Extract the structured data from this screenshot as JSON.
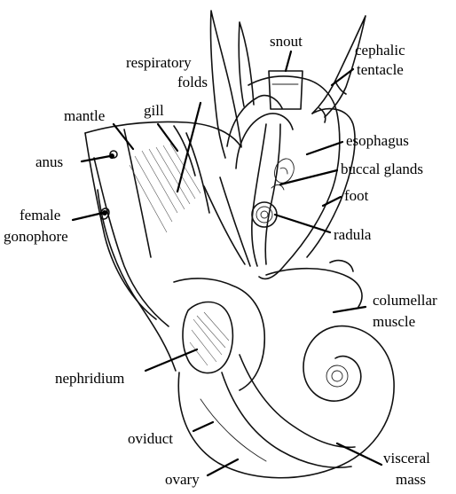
{
  "diagram": {
    "labels": {
      "snout": "snout",
      "cephalic_1": "cephalic",
      "cephalic_2": "tentacle",
      "respiratory_1": "respiratory",
      "respiratory_2": "folds",
      "gill": "gill",
      "mantle": "mantle",
      "anus": "anus",
      "esophagus": "esophagus",
      "buccal_glands": "buccal glands",
      "foot": "foot",
      "female_1": "female",
      "female_2": "gonophore",
      "radula": "radula",
      "columellar_1": "columellar",
      "columellar_2": "muscle",
      "nephridium": "nephridium",
      "oviduct": "oviduct",
      "visceral_1": "visceral",
      "visceral_2": "mass",
      "ovary": "ovary"
    }
  }
}
